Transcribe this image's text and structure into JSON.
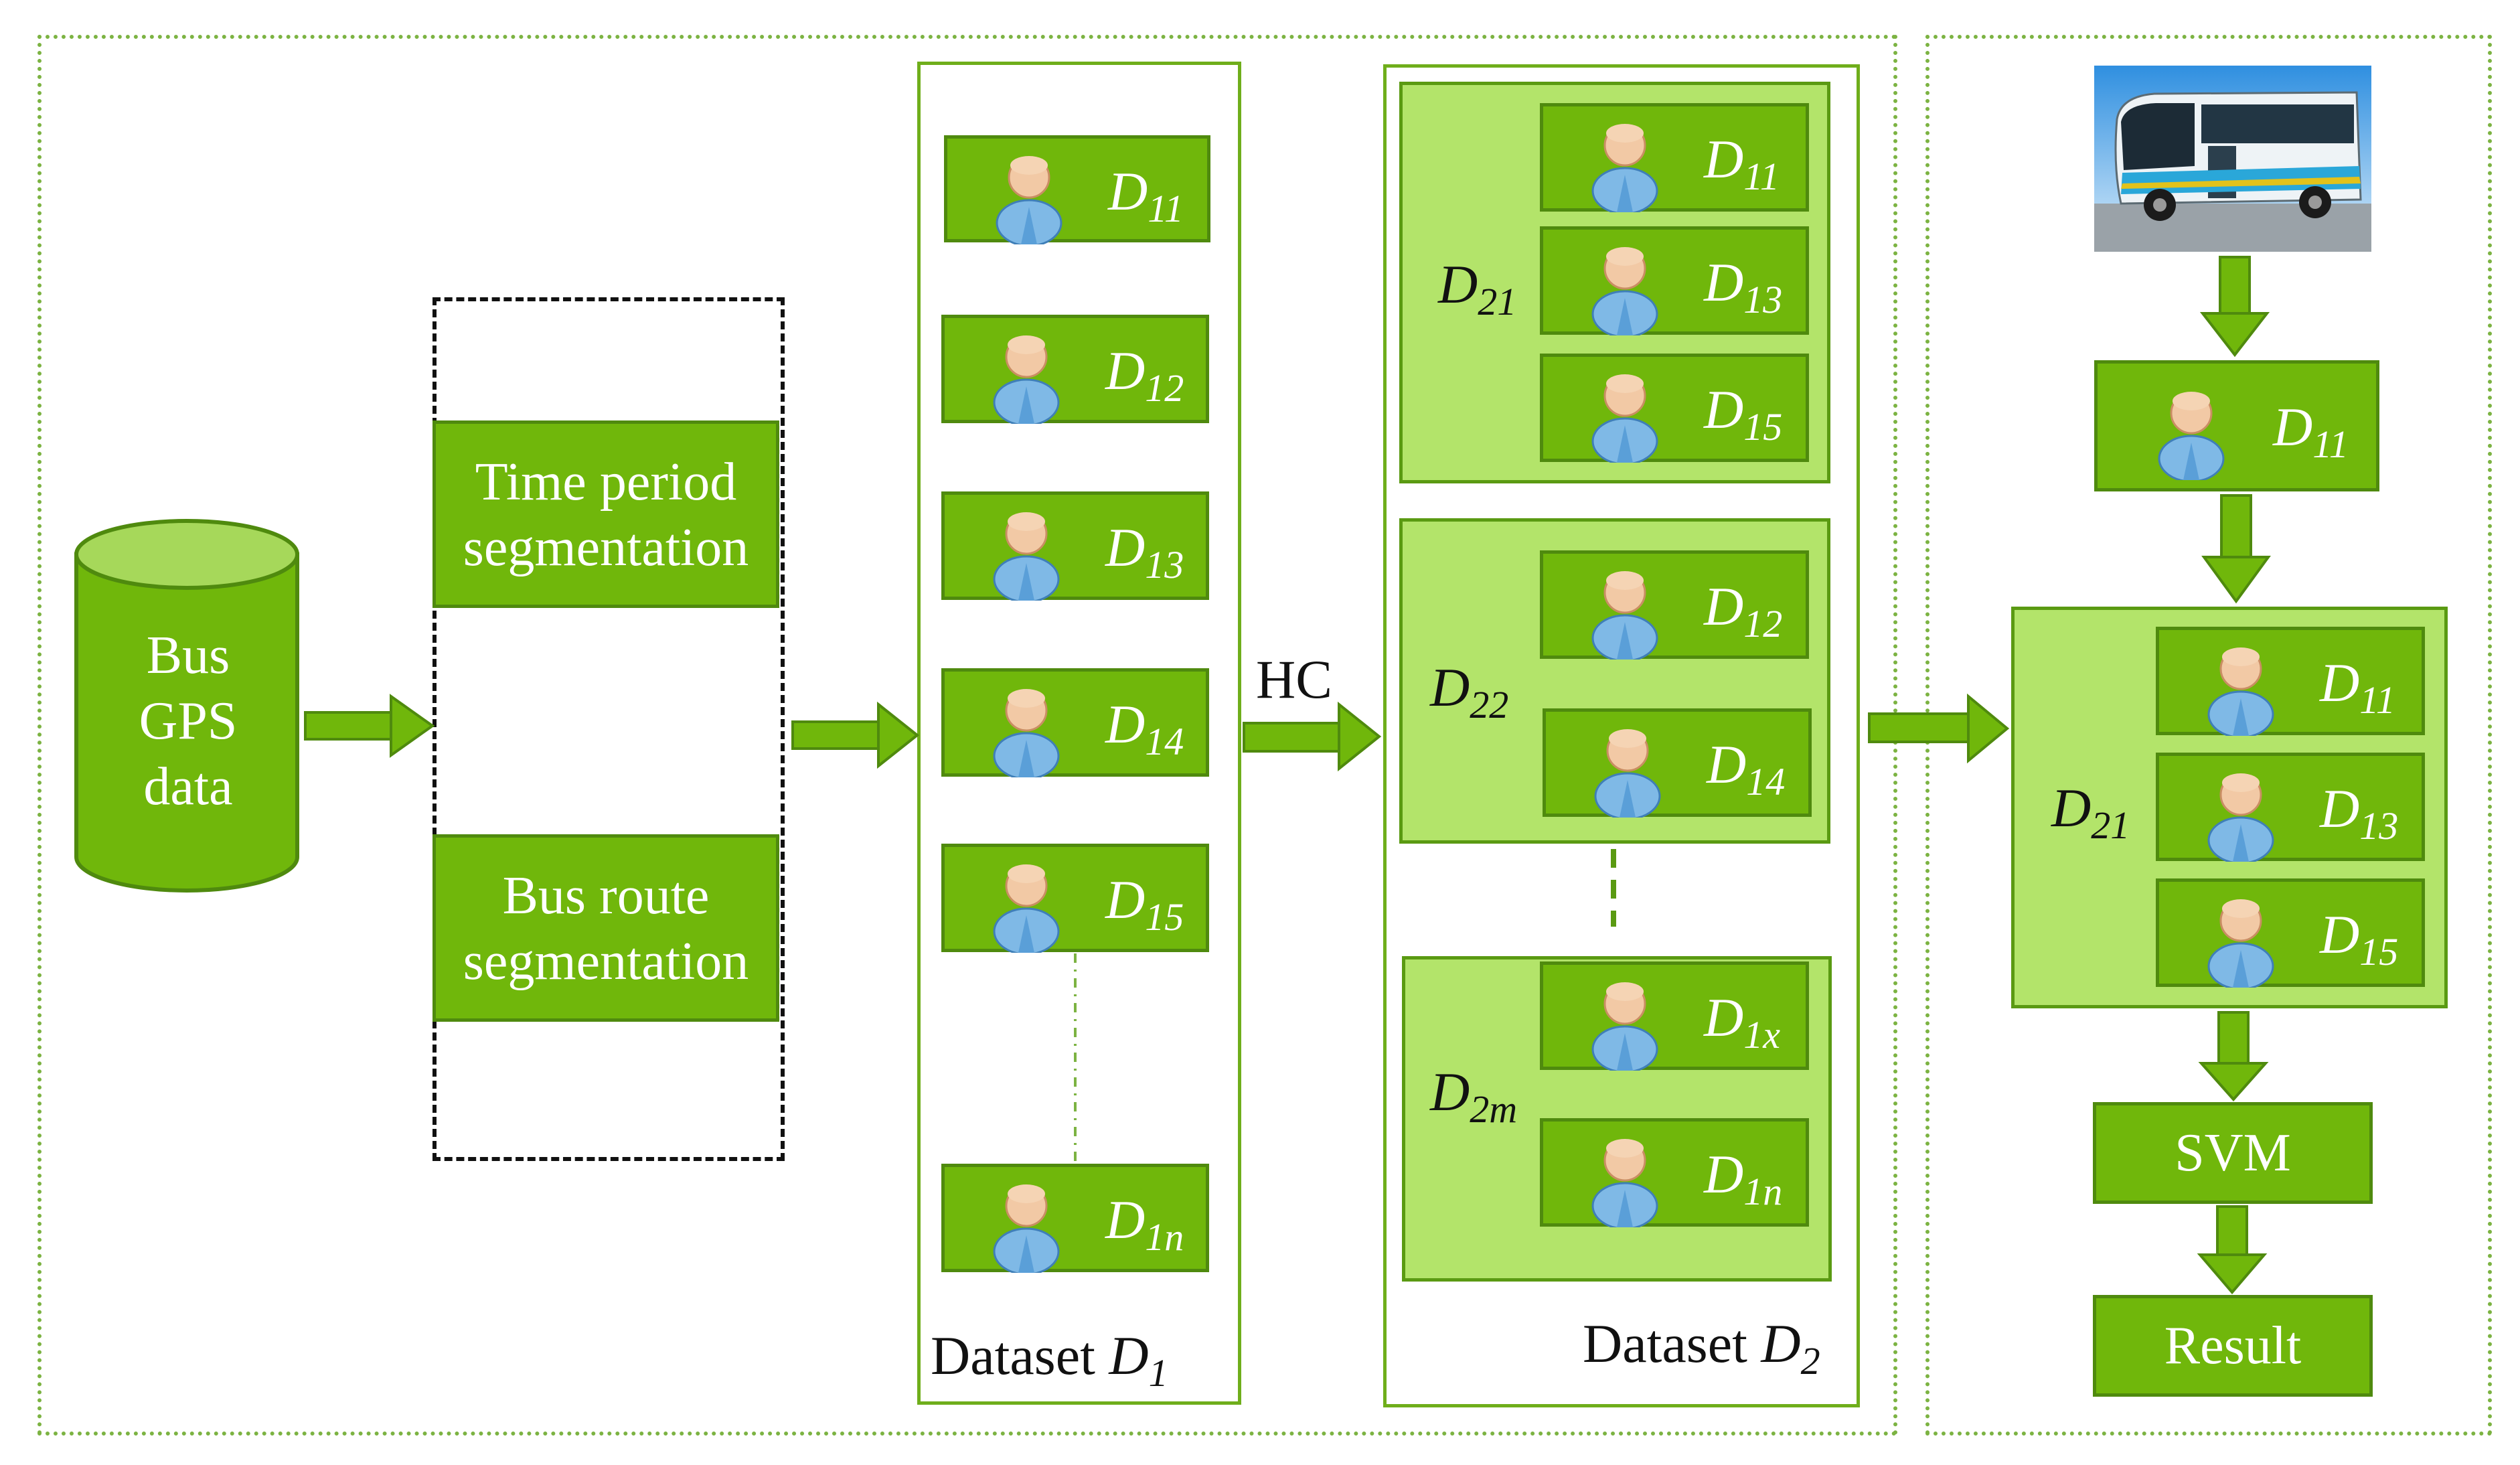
{
  "source": {
    "lines": [
      "Bus",
      "GPS",
      "data"
    ]
  },
  "segmentation": {
    "time_period": [
      "Time period",
      "segmentation"
    ],
    "bus_route": [
      "Bus route",
      "segmentation"
    ]
  },
  "dataset1": {
    "label": "Dataset",
    "symbol": "D",
    "sub": "1",
    "items": [
      {
        "symbol": "D",
        "sub": "11"
      },
      {
        "symbol": "D",
        "sub": "12"
      },
      {
        "symbol": "D",
        "sub": "13"
      },
      {
        "symbol": "D",
        "sub": "14"
      },
      {
        "symbol": "D",
        "sub": "15"
      },
      {
        "symbol": "D",
        "sub": "1n"
      }
    ]
  },
  "hc_label": "HC",
  "dataset2": {
    "label": "Dataset",
    "symbol": "D",
    "sub": "2",
    "groups": [
      {
        "symbol": "D",
        "sub": "21",
        "items": [
          {
            "symbol": "D",
            "sub": "11"
          },
          {
            "symbol": "D",
            "sub": "13"
          },
          {
            "symbol": "D",
            "sub": "15"
          }
        ]
      },
      {
        "symbol": "D",
        "sub": "22",
        "items": [
          {
            "symbol": "D",
            "sub": "12"
          },
          {
            "symbol": "D",
            "sub": "14"
          }
        ]
      },
      {
        "symbol": "D",
        "sub": "2m",
        "items": [
          {
            "symbol": "D",
            "sub": "1x"
          },
          {
            "symbol": "D",
            "sub": "1n"
          }
        ]
      }
    ]
  },
  "pipeline": {
    "input": {
      "symbol": "D",
      "sub": "11"
    },
    "match": {
      "symbol": "D",
      "sub": "21",
      "items": [
        {
          "symbol": "D",
          "sub": "11"
        },
        {
          "symbol": "D",
          "sub": "13"
        },
        {
          "symbol": "D",
          "sub": "15"
        }
      ]
    },
    "svm": "SVM",
    "result": "Result"
  },
  "colors": {
    "green": "#70b70b",
    "light_green": "#b3e46a",
    "border_green": "#4f8a0e",
    "person_blue": "#7fb9e6",
    "person_skin": "#f2c9a5"
  }
}
